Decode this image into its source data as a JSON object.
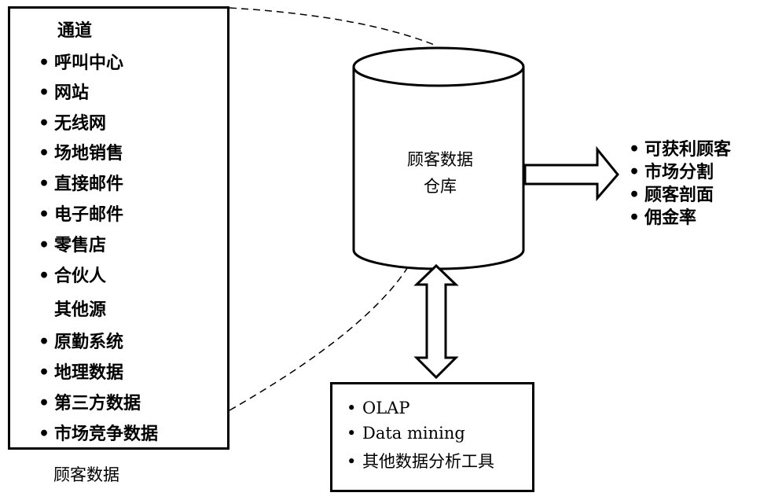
{
  "data_sources": {
    "channels_heading": "通道",
    "channels": [
      "呼叫中心",
      "网站",
      "无线网",
      "场地销售",
      "直接邮件",
      "电子邮件",
      "零售店",
      "合伙人"
    ],
    "other_heading": "其他源",
    "other_sources": [
      "原勤系统",
      "地理数据",
      "第三方数据",
      "市场竞争数据"
    ],
    "caption": "顾客数据"
  },
  "warehouse": {
    "line1": "顾客数据",
    "line2": "仓库"
  },
  "outputs": [
    "可获利顾客",
    "市场分割",
    "顾客剖面",
    "佣金率"
  ],
  "tools": [
    "OLAP",
    "Data mining",
    "其他数据分析工具"
  ],
  "bullet_glyph": "•"
}
